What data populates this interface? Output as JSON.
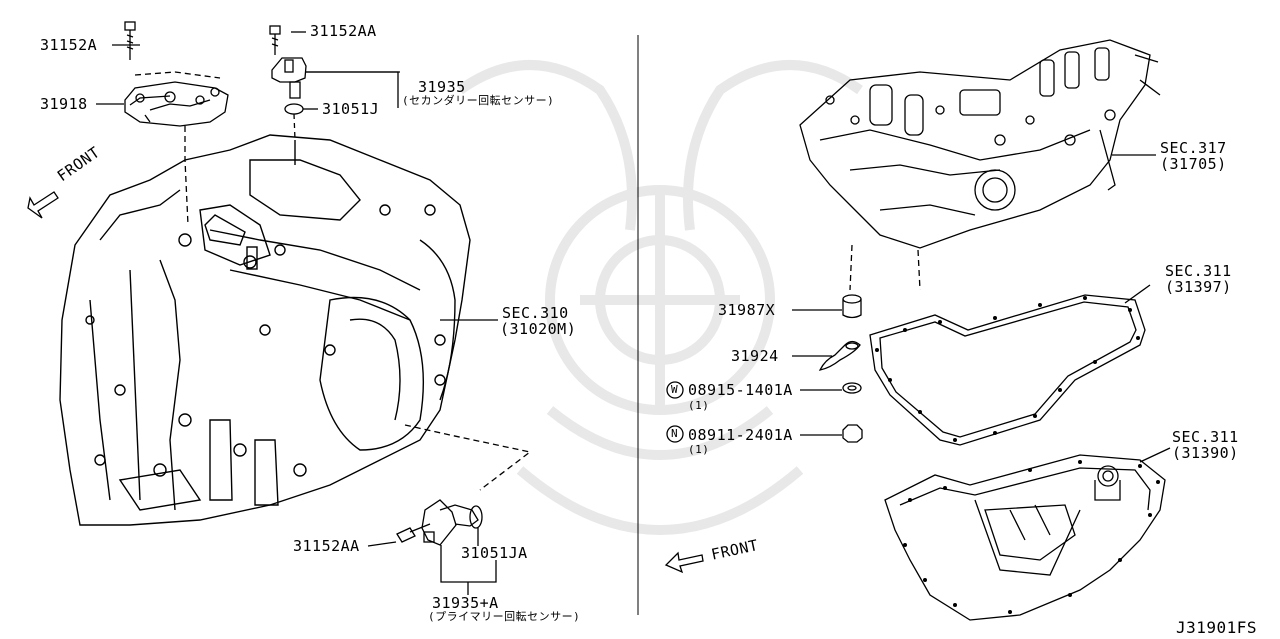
{
  "left_panel": {
    "labels": {
      "p31152A": "31152A",
      "p31152AA_top": "31152AA",
      "p31918": "31918",
      "p31935": "31935",
      "p31935_note": "(セカンダリー回転センサー)",
      "p31051J": "31051J",
      "sec310": "SEC.310",
      "sec310_sub": "(31020M)",
      "p31152AA_bot": "31152AA",
      "p31051JA": "31051JA",
      "p31935A": "31935+A",
      "p31935A_note": "(プライマリー回転センサー)",
      "front": "FRONT"
    }
  },
  "right_panel": {
    "labels": {
      "sec317": "SEC.317",
      "sec317_sub": "(31705)",
      "sec311a": "SEC.311",
      "sec311a_sub": "(31397)",
      "sec311b": "SEC.311",
      "sec311b_sub": "(31390)",
      "p31987X": "31987X",
      "p31924": "31924",
      "p08915": "08915-1401A",
      "p08915_qty": "(1)",
      "w_mark": "W",
      "p08911": "08911-2401A",
      "p08911_qty": "(1)",
      "n_mark": "N",
      "front": "FRONT"
    }
  },
  "diagram_code": "J31901FS",
  "colors": {
    "line": "#000000",
    "watermark": "#e6e6e6"
  }
}
